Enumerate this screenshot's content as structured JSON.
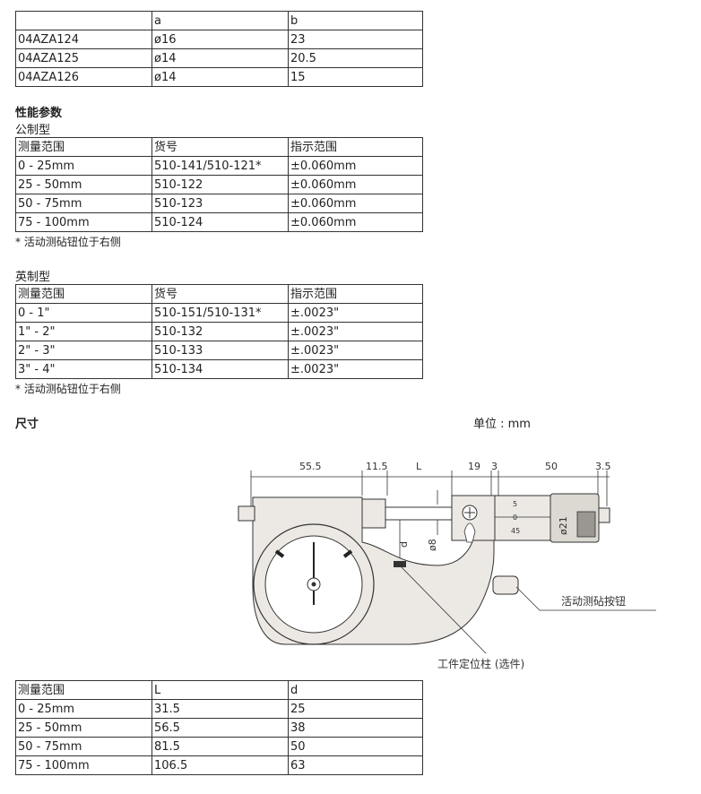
{
  "table_ab": {
    "header": [
      "",
      "a",
      "b"
    ],
    "rows": [
      [
        "04AZA124",
        "ø16",
        "23"
      ],
      [
        "04AZA125",
        "ø14",
        "20.5"
      ],
      [
        "04AZA126",
        "ø14",
        "15"
      ]
    ]
  },
  "performance": {
    "title": "性能参数",
    "metric": {
      "subtitle": "公制型",
      "header": [
        "测量范围",
        "货号",
        "指示范围"
      ],
      "rows": [
        [
          "0 - 25mm",
          "510-141/510-121*",
          "±0.060mm"
        ],
        [
          "25 - 50mm",
          "510-122",
          "±0.060mm"
        ],
        [
          "50 - 75mm",
          "510-123",
          "±0.060mm"
        ],
        [
          "75 - 100mm",
          "510-124",
          "±0.060mm"
        ]
      ],
      "note": "* 活动测砧钮位于右侧"
    },
    "imperial": {
      "subtitle": "英制型",
      "header": [
        "测量范围",
        "货号",
        "指示范围"
      ],
      "rows": [
        [
          "0 - 1\"",
          "510-151/510-131*",
          "±.0023\""
        ],
        [
          "1\" - 2\"",
          "510-132",
          "±.0023\""
        ],
        [
          "2\" - 3\"",
          "510-133",
          "±.0023\""
        ],
        [
          "3\" - 4\"",
          "510-134",
          "±.0023\""
        ]
      ],
      "note": "* 活动测砧钮位于右侧"
    }
  },
  "dimensions": {
    "title": "尺寸",
    "unit_label": "单位 : mm",
    "drawing": {
      "dim_55_5": "55.5",
      "dim_11_5": "11.5",
      "dim_L": "L",
      "dim_19": "19",
      "dim_3": "3",
      "dim_50": "50",
      "dim_3_5": "3.5",
      "dim_d": "d",
      "dim_phi8": "ø8",
      "dim_phi21": "ø21",
      "scale_5": "5",
      "scale_0": "0",
      "scale_45": "45",
      "label_anvil_button": "活动测砧按钮",
      "label_work_stop": "工件定位柱 (选件)"
    },
    "table": {
      "header": [
        "测量范围",
        "L",
        "d"
      ],
      "rows": [
        [
          "0 - 25mm",
          "31.5",
          "25"
        ],
        [
          "25 - 50mm",
          "56.5",
          "38"
        ],
        [
          "50 - 75mm",
          "81.5",
          "50"
        ],
        [
          "75 - 100mm",
          "106.5",
          "63"
        ]
      ]
    }
  },
  "colors": {
    "body_fill": "#ece9e4",
    "dial_face": "#ffffff",
    "line": "#333333"
  }
}
